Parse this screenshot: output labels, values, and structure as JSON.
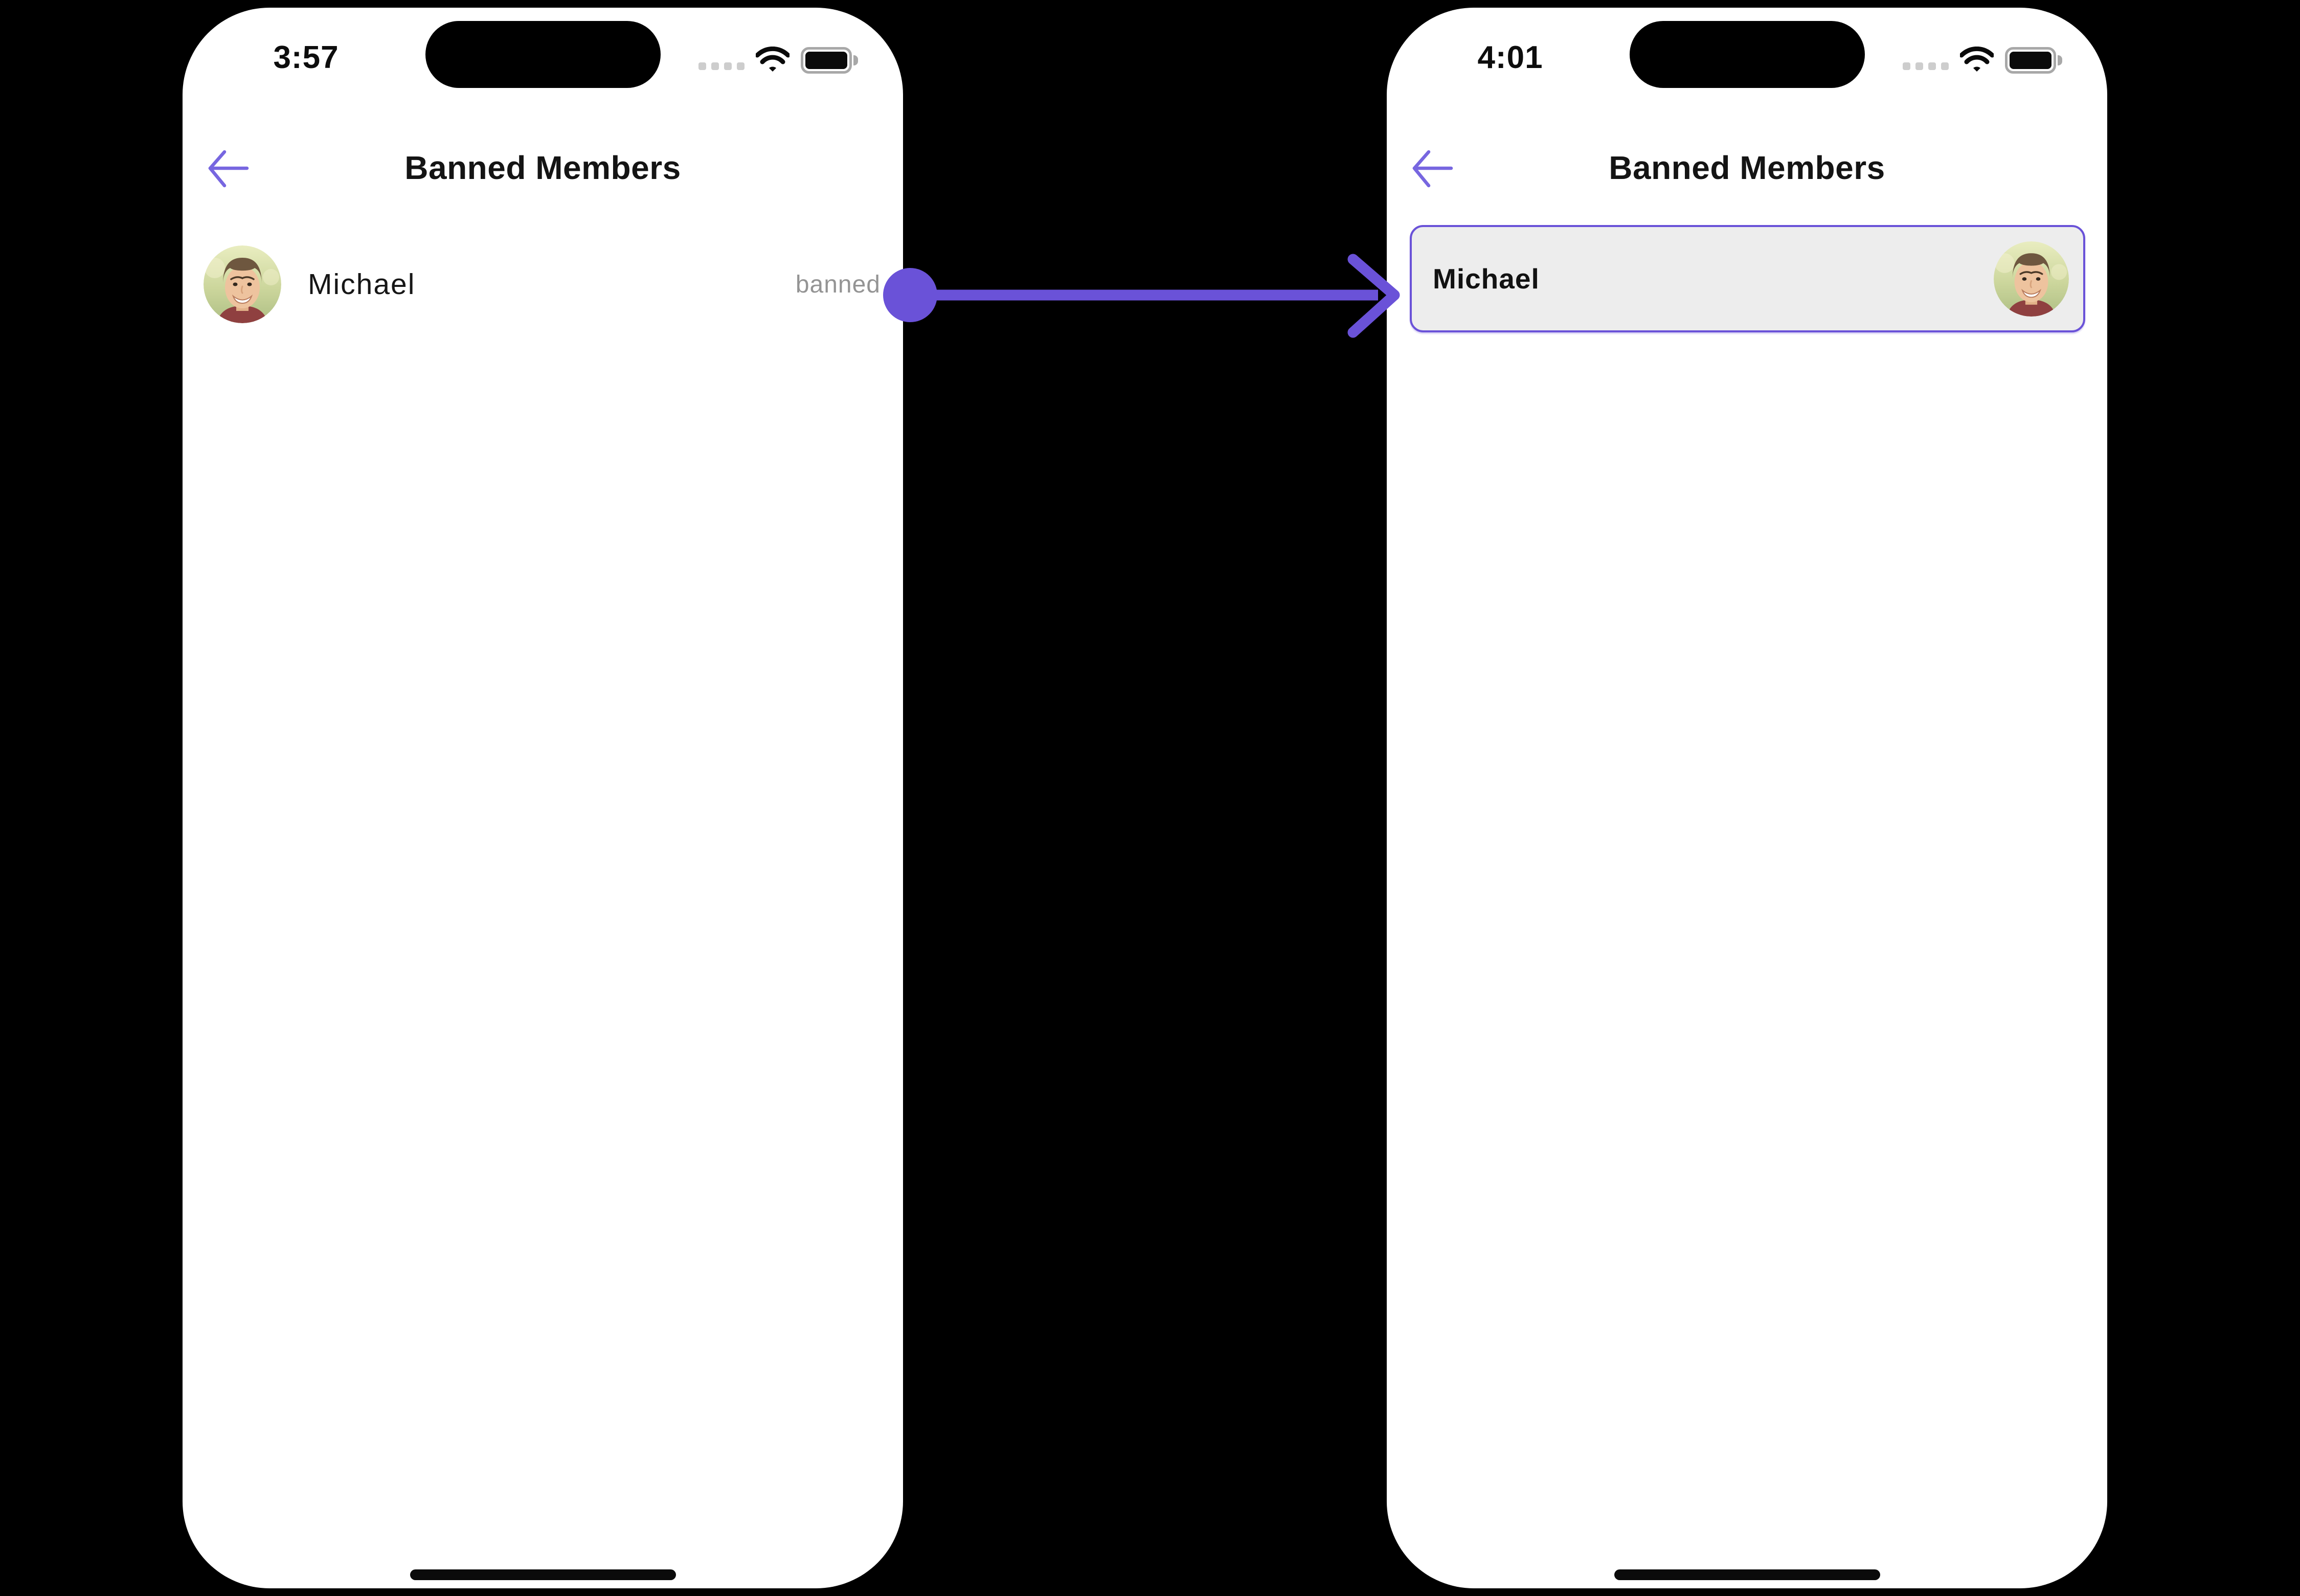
{
  "left_phone": {
    "status_bar": {
      "time": "3:57"
    },
    "header": {
      "title": "Banned Members"
    },
    "member": {
      "name": "Michael",
      "status": "banned"
    }
  },
  "right_phone": {
    "status_bar": {
      "time": "4:01"
    },
    "header": {
      "title": "Banned Members"
    },
    "member": {
      "name": "Michael"
    }
  },
  "icons": {
    "back": "arrow-left",
    "cellular": "signal-dots",
    "wifi": "wifi",
    "battery": "battery-full",
    "flow": "arrow-right-with-origin-dot",
    "avatar": "michael-profile-photo"
  },
  "colors": {
    "background": "#000000",
    "phone_body": "#ffffff",
    "accent_purple": "#6a52d8",
    "back_arrow_purple": "#7766e0",
    "text_primary": "#141414",
    "banned_text": "#949494",
    "card_background": "#ededed",
    "status_dots": "#cdcdcd",
    "home_indicator": "#0b0b0b"
  }
}
